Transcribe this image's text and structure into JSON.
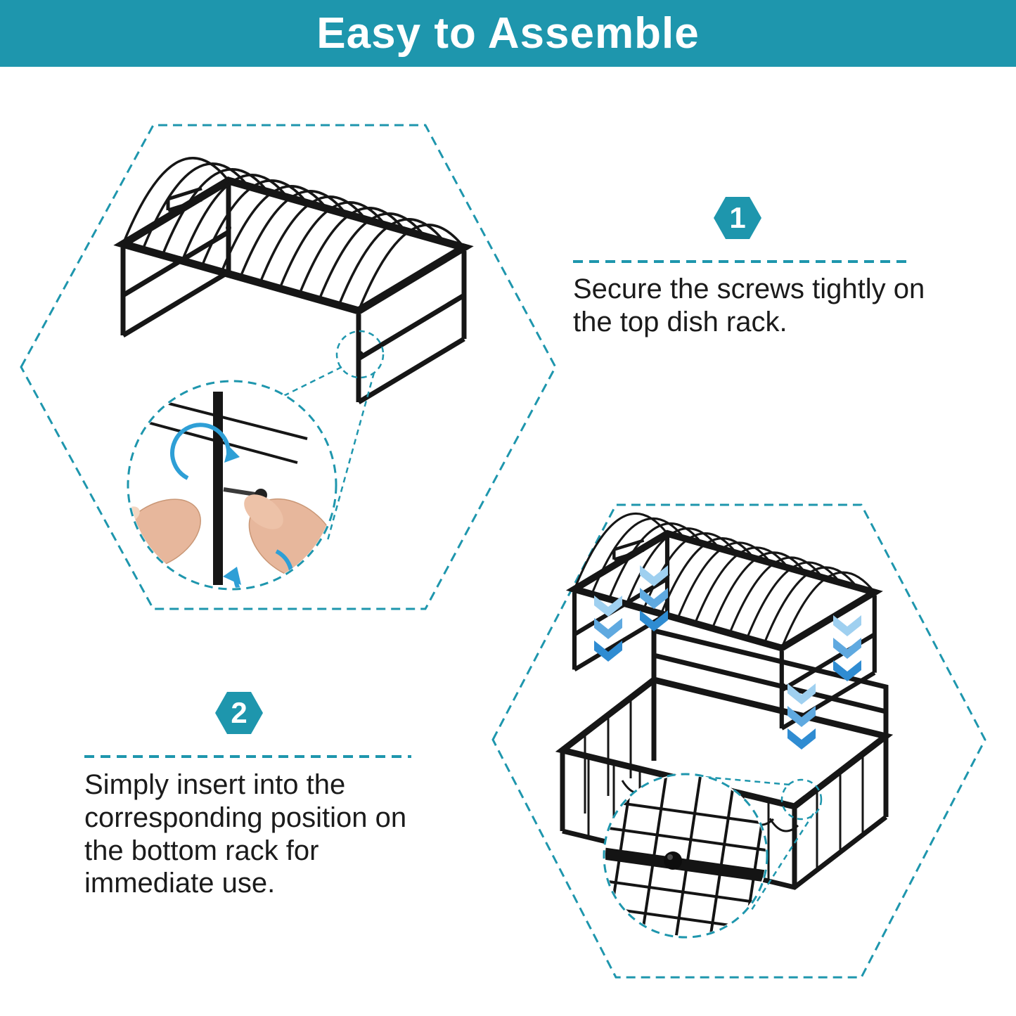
{
  "banner": {
    "title": "Easy to Assemble",
    "bg_color": "#1E96AD",
    "text_color": "#FFFFFF"
  },
  "steps": [
    {
      "number": "1",
      "text": "Secure the screws tightly on the top dish rack."
    },
    {
      "number": "2",
      "text": "Simply insert into the corresponding position on the bottom rack for immediate use."
    }
  ],
  "colors": {
    "accent": "#1E96AD",
    "arrow_blue": "#4FA8DC",
    "rack": "#161616",
    "skin": "#E7B79C",
    "background": "#FFFFFF"
  },
  "illustrations": {
    "hexagon1": "top-dish-rack-with-screw-tightening-zoom",
    "hexagon2": "two-tier-rack-assembly-with-rail-screw-zoom"
  }
}
